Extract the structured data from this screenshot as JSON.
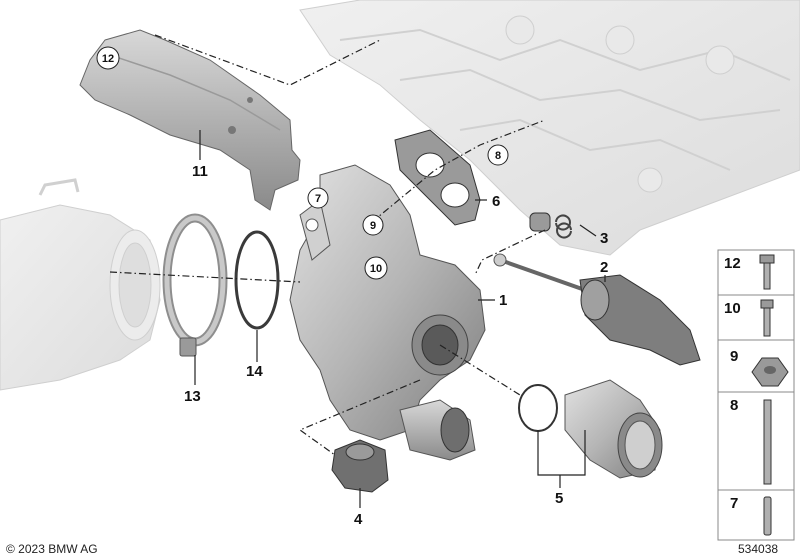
{
  "copyright": "© 2023 BMW AG",
  "diagram_id": "534038",
  "callouts": {
    "c1": "1",
    "c2": "2",
    "c3": "3",
    "c4": "4",
    "c5": "5",
    "c6": "6",
    "c7": "7",
    "c8": "8",
    "c9": "9",
    "c10": "10",
    "c11": "11",
    "c12": "12",
    "c13": "13",
    "c14": "14"
  },
  "legend": [
    "12",
    "10",
    "9",
    "8",
    "7"
  ],
  "colors": {
    "part_grey": "#c9c9c9",
    "part_dark": "#8e8e8e",
    "ghost": "#e6e6e6",
    "line": "#222222"
  }
}
